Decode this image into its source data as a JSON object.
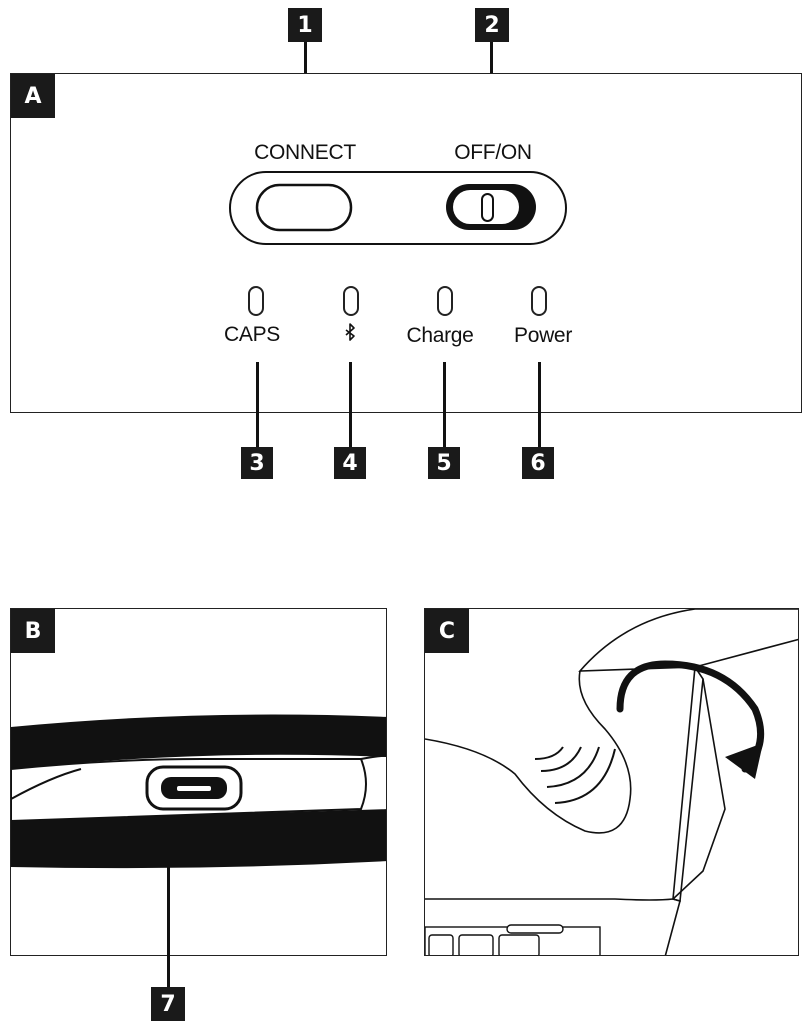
{
  "panels": {
    "a": {
      "letter": "A"
    },
    "b": {
      "letter": "B"
    },
    "c": {
      "letter": "C"
    }
  },
  "callouts": [
    "1",
    "2",
    "3",
    "4",
    "5",
    "6",
    "7"
  ],
  "controls": {
    "connect_label": "CONNECT",
    "power_switch_label": "OFF/ON"
  },
  "indicators": [
    {
      "label": "CAPS"
    },
    {
      "label": "",
      "icon": "bluetooth-icon"
    },
    {
      "label": "Charge"
    },
    {
      "label": "Power"
    }
  ],
  "colors": {
    "ink": "#111111",
    "fill": "#1a1a1a",
    "paper": "#ffffff"
  }
}
